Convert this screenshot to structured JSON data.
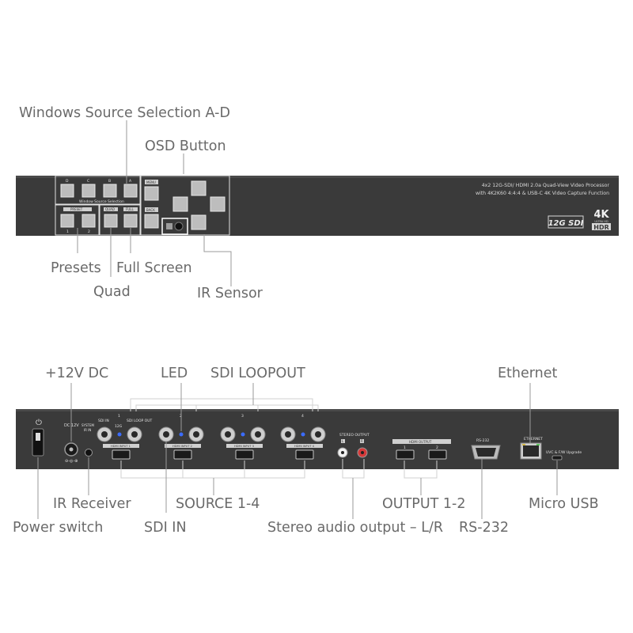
{
  "front_callouts": {
    "windows_source_selection": "Windows Source Selection A-D",
    "osd_button": "OSD Button",
    "presets": "Presets",
    "full_screen": "Full Screen",
    "quad": "Quad",
    "ir_sensor": "IR Sensor"
  },
  "front_panel": {
    "product_line1": "4x2 12G-SDI/ HDMI 2.0a Quad-View Video Processor",
    "product_line2": "with 4K2K60 4:4:4 & USB-C 4K Video Capture Function",
    "sdi_badge": "12G SDI",
    "k4_badge": "4K",
    "hdr_badge": "HDR",
    "ultra_hd": "ULTRA HD",
    "button_letters": [
      "D",
      "C",
      "B",
      "A"
    ],
    "window_source_caption": "Window Source Selection",
    "preset_label": "PRESET",
    "quad_label": "QUAD",
    "full_label": "FULL",
    "menu_label": "MENU",
    "back_label": "BACK",
    "numbers": [
      "1",
      "2"
    ]
  },
  "rear_callouts": {
    "dc_12v": "+12V DC",
    "led": "LED",
    "sdi_loopout": "SDI LOOPOUT",
    "ethernet": "Ethernet",
    "ir_receiver": "IR Receiver",
    "source_1_4": "SOURCE 1-4",
    "output_1_2": "OUTPUT 1-2",
    "micro_usb": "Micro USB",
    "power_switch": "Power switch",
    "sdi_in": "SDI IN",
    "stereo_audio": "Stereo audio output – L/R",
    "rs232": "RS-232"
  },
  "rear_panel": {
    "dc_label": "DC 12V",
    "system_label": "SYSTEM",
    "ir_in_label": "IR IN",
    "hdmi_inputs": [
      "HDMI INPUT 1",
      "HDMI INPUT 2",
      "HDMI INPUT 3",
      "HDMI INPUT 4"
    ],
    "sdi_labels": [
      "SDI IN",
      "12G",
      "SDI LOOP OUT"
    ],
    "stereo_output": "STEREO OUTPUT",
    "audio_l": "L",
    "audio_r": "R",
    "hdmi_output": "HDMI OUTPUT",
    "output_numbers": [
      "1",
      "2"
    ],
    "rs232_label": "RS-232",
    "ethernet_label": "ETHERNET",
    "usb_label": "UVC & F/W Upgrade",
    "channel_numbers": [
      "1",
      "2",
      "3",
      "4"
    ]
  },
  "colors": {
    "panel": "#3a3a3a",
    "callout_text": "#6a6a6a",
    "led": "#3b6cff"
  }
}
